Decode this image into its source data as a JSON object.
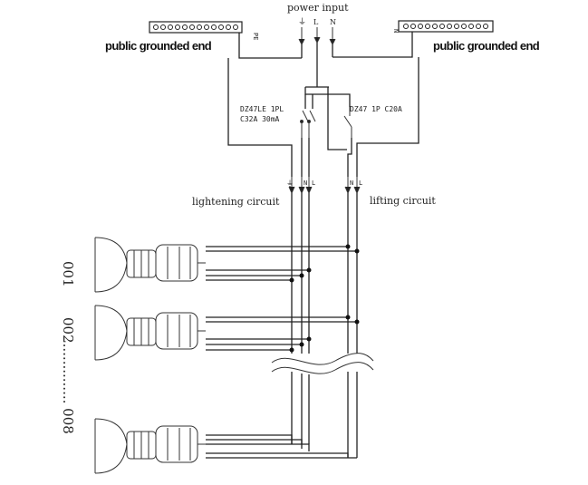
{
  "labels": {
    "power_input": "power input",
    "terminal_ground": "⏚",
    "terminal_l": "L",
    "terminal_n": "N",
    "pe": "PE",
    "n_left_bar": "N",
    "public_grounded_end_left": "public grounded end",
    "public_grounded_end_right": "public grounded end",
    "breaker1_line1": "DZ47LE 1PL",
    "breaker1_line2": "C32A 30mA",
    "breaker2": "DZ47 1P C20A",
    "lightening_circuit": "lightening circuit",
    "lifting_circuit": "lifting circuit",
    "bus_ground": "⏚",
    "bus_n1": "N",
    "bus_l1": "L",
    "bus_n2": "N",
    "bus_l2": "L",
    "fixture_001": "001",
    "fixture_002": "002.............. 008"
  },
  "icons": [
    "terminal-block-icon",
    "lamp-fixture-icon",
    "circuit-breaker-icon",
    "ground-symbol-icon"
  ]
}
